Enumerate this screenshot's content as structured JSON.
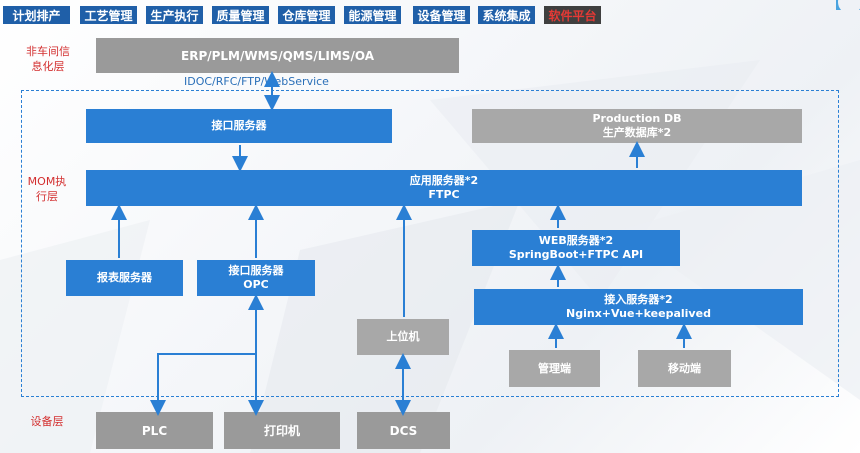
{
  "nav": [
    "计划排产",
    "工艺管理",
    "生产执行",
    "质量管理",
    "仓库管理",
    "能源管理",
    "设备管理",
    "系统集成",
    "软件平台"
  ],
  "nav_active_index": 8,
  "layers": {
    "non_workshop": "非车间信\n息化层",
    "mom": "MOM执\n行层",
    "device": "设备层"
  },
  "erp": "ERP/PLM/WMS/QMS/LIMS/OA",
  "interface_protocols": "IDOC/RFC/FTP/WebService",
  "interface_server": "接口服务器",
  "production_db": {
    "line1": "Production DB",
    "line2": "生产数据库*2"
  },
  "app_server": {
    "line1": "应用服务器*2",
    "line2": "FTPC"
  },
  "web_server": {
    "line1": "WEB服务器*2",
    "line2": "SpringBoot+FTPC API"
  },
  "access_server": {
    "line1": "接入服务器*2",
    "line2": "Nginx+Vue+keepalived"
  },
  "report_server": "报表服务器",
  "opc_server": {
    "line1": "接口服务器",
    "line2": "OPC"
  },
  "host_pc": "上位机",
  "mgmt_client": "管理端",
  "mobile_client": "移动端",
  "devices": {
    "plc": "PLC",
    "printer": "打印机",
    "dcs": "DCS"
  },
  "colors": {
    "blue_box": "#2a7fd4",
    "gray_box": "#9a9a9a",
    "nav_blue": "#1f5fa8",
    "layer_red": "#d32f2f",
    "arrow": "#2a7fd4"
  }
}
